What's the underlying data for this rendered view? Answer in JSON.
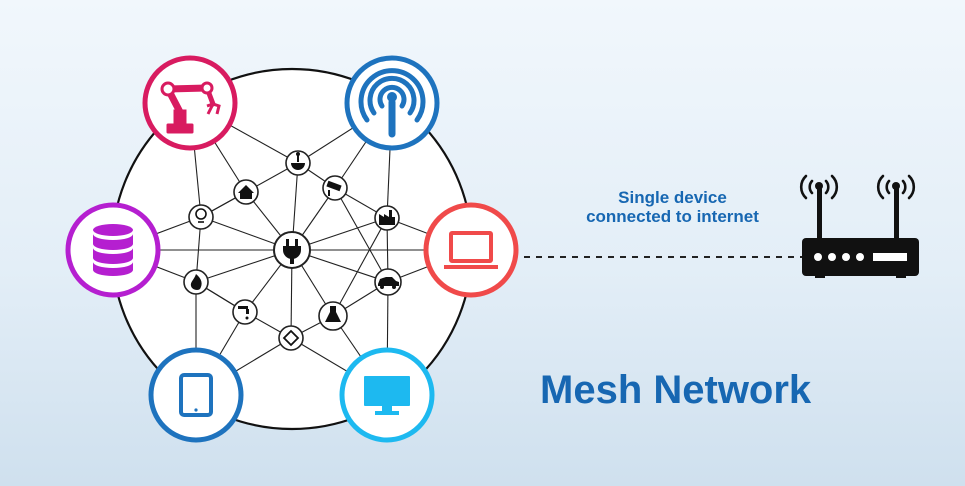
{
  "diagram": {
    "title": "Mesh Network",
    "note_line1": "Single device",
    "note_line2": "connected to internet"
  },
  "devices": [
    {
      "name": "robot-arm-node",
      "icon": "robot-arm-icon",
      "color": "#d81b60"
    },
    {
      "name": "antenna-node",
      "icon": "antenna-icon",
      "color": "#1e73be"
    },
    {
      "name": "database-node",
      "icon": "database-icon",
      "color": "#b51fd0"
    },
    {
      "name": "laptop-node",
      "icon": "laptop-icon",
      "color": "#f04a4a"
    },
    {
      "name": "tablet-node",
      "icon": "tablet-icon",
      "color": "#1e73be"
    },
    {
      "name": "monitor-node",
      "icon": "monitor-icon",
      "color": "#1db9f0"
    }
  ],
  "inner_nodes": [
    {
      "name": "plug-node",
      "icon": "plug-icon"
    },
    {
      "name": "home-node",
      "icon": "home-icon"
    },
    {
      "name": "satellite-dish-node",
      "icon": "satellite-dish-icon"
    },
    {
      "name": "bulb-node",
      "icon": "bulb-icon"
    },
    {
      "name": "camera-node",
      "icon": "security-camera-icon"
    },
    {
      "name": "factory-node",
      "icon": "factory-icon"
    },
    {
      "name": "fire-node",
      "icon": "fire-icon"
    },
    {
      "name": "car-node",
      "icon": "car-icon"
    },
    {
      "name": "faucet-node",
      "icon": "faucet-icon"
    },
    {
      "name": "flask-node",
      "icon": "flask-icon"
    },
    {
      "name": "tag-node",
      "icon": "tag-icon"
    }
  ],
  "router": {
    "icon": "router-icon",
    "color": "#111111"
  }
}
